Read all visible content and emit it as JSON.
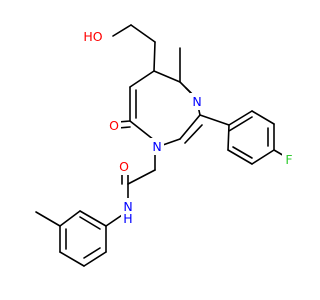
{
  "colors": {
    "bond": "#000000",
    "oxygen": "#ff0000",
    "nitrogen": "#0000ff",
    "fluorine": "#33cc33"
  },
  "atom_labels": {
    "hydroxyl": "HO",
    "ring_n_upper": "N",
    "ring_n_lower": "N",
    "ring_carbonyl_o": "O",
    "amide_o": "O",
    "amide_n": "N",
    "amide_h": "H",
    "fluorine": "F"
  }
}
